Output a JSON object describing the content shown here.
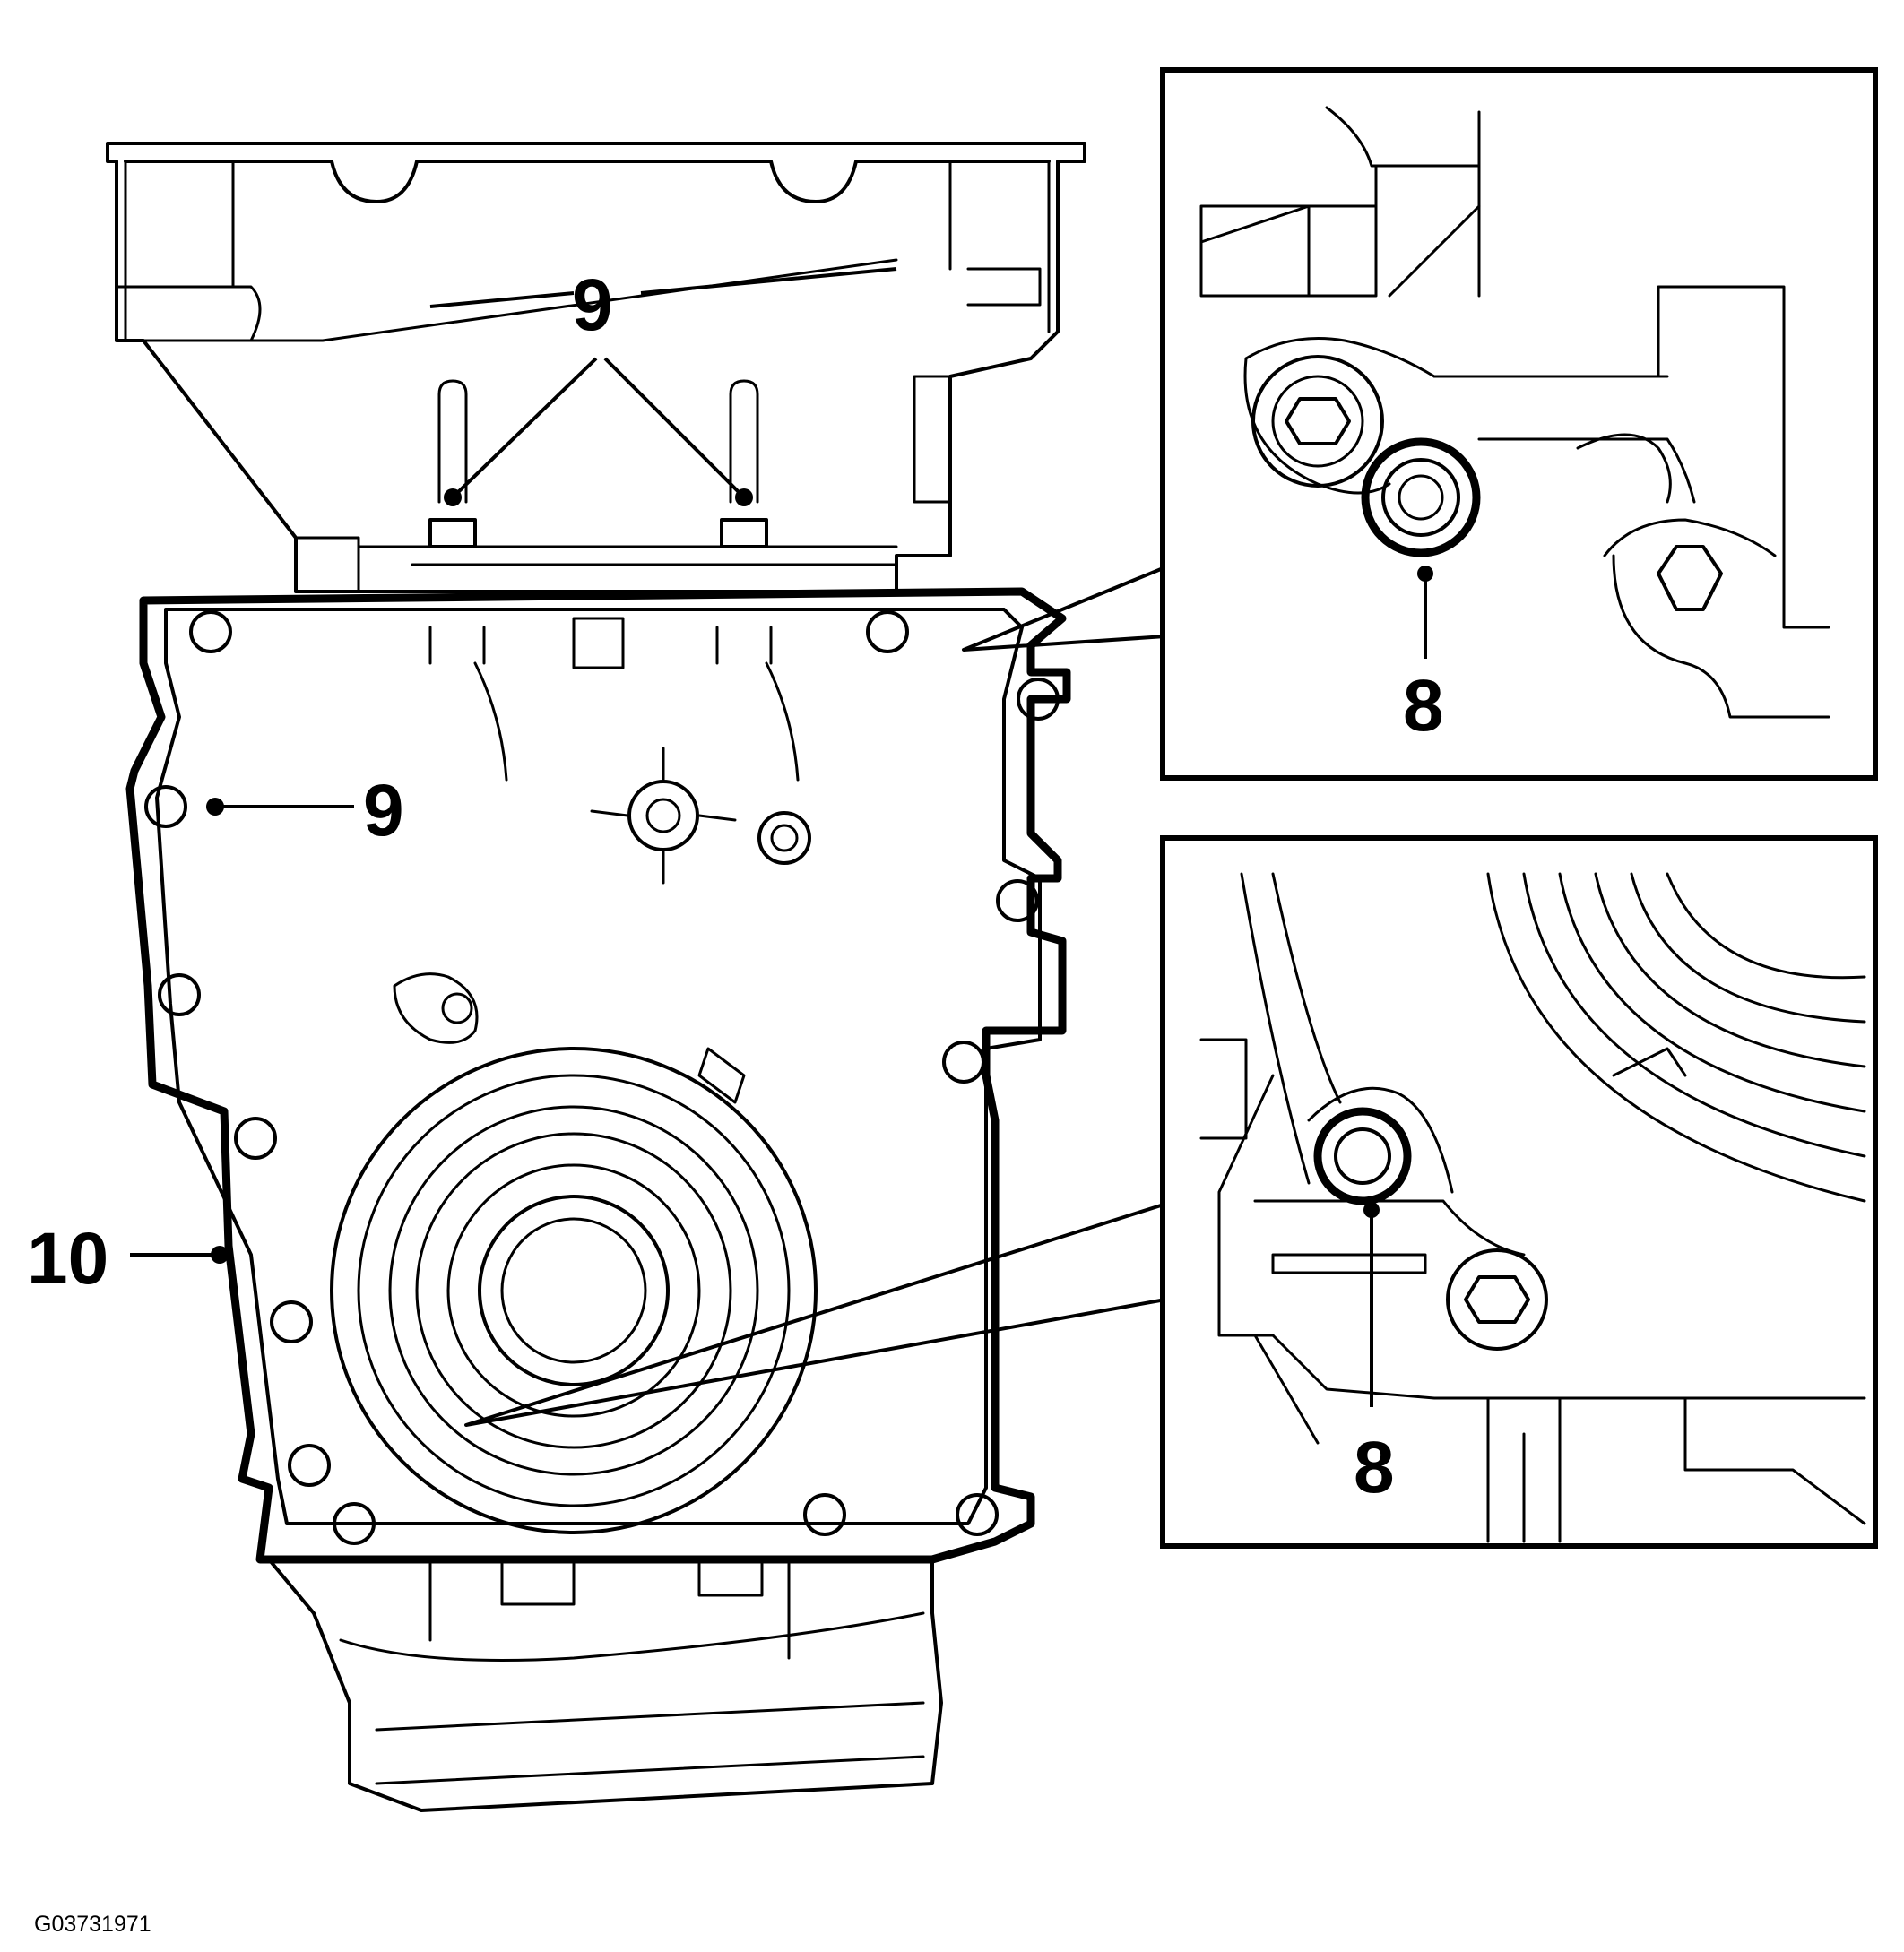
{
  "callouts": {
    "top_nine": "9",
    "left_nine": "9",
    "ten": "10",
    "upper_inset_eight": "8",
    "lower_inset_eight": "8"
  },
  "figure_id": "G03731971",
  "colors": {
    "line": "#000000",
    "background": "#ffffff"
  }
}
